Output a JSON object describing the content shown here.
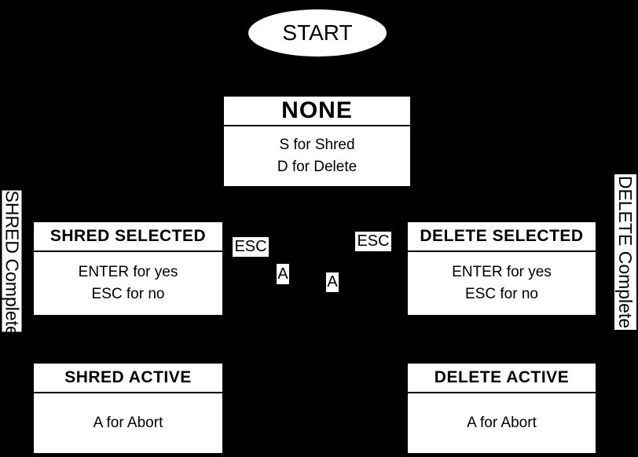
{
  "diagram": {
    "colors": {
      "background": "#000000",
      "node_fill": "#ffffff",
      "node_text": "#000000"
    },
    "start": {
      "label": "START"
    },
    "none": {
      "title": "NONE",
      "line1": "S for Shred",
      "line2": "D for Delete"
    },
    "shred_selected": {
      "title": "SHRED SELECTED",
      "line1": "ENTER for yes",
      "line2": "ESC for no"
    },
    "delete_selected": {
      "title": "DELETE SELECTED",
      "line1": "ENTER for yes",
      "line2": "ESC for no"
    },
    "shred_active": {
      "title": "SHRED ACTIVE",
      "line1": "A for Abort"
    },
    "delete_active": {
      "title": "DELETE ACTIVE",
      "line1": "A for Abort"
    },
    "edge_labels": {
      "esc_left": "ESC",
      "esc_right": "ESC",
      "a_left": "A",
      "a_right": "A",
      "shred_complete": "SHRED Complete",
      "delete_complete": "DELETE Complete"
    }
  }
}
